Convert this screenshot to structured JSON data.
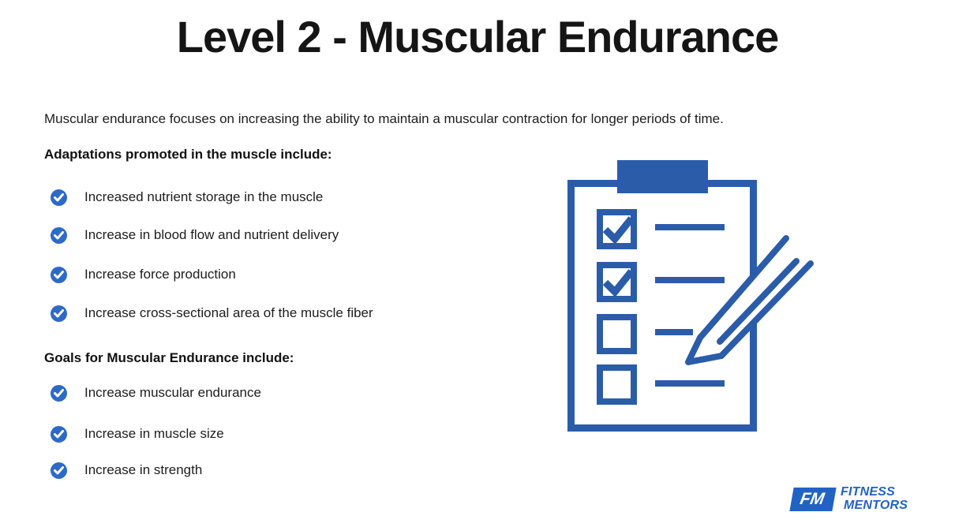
{
  "title": "Level 2 - Muscular Endurance",
  "intro": "Muscular endurance focuses on increasing the ability to maintain a muscular contraction for longer periods of time.",
  "adaptations": {
    "heading": "Adaptations promoted in the muscle include:",
    "items": [
      "Increased nutrient storage in the muscle",
      "Increase in blood flow and nutrient delivery",
      "Increase force production",
      "Increase cross-sectional area of the muscle fiber"
    ]
  },
  "goals": {
    "heading": "Goals for Muscular Endurance include:",
    "items": [
      "Increase muscular endurance",
      "Increase in muscle size",
      "Increase in strength"
    ]
  },
  "illustration": {
    "name": "clipboard-checklist-with-pencil",
    "checkboxes": [
      true,
      true,
      false,
      false
    ],
    "color": "#2b5caa"
  },
  "logo": {
    "badge": "FM",
    "name_line1": "FITNESS",
    "name_line2": "MENTORS",
    "color": "#2163c5"
  },
  "colors": {
    "bullet_icon": "#2d6ac8",
    "text": "#1d1d1d",
    "background": "#ffffff"
  }
}
